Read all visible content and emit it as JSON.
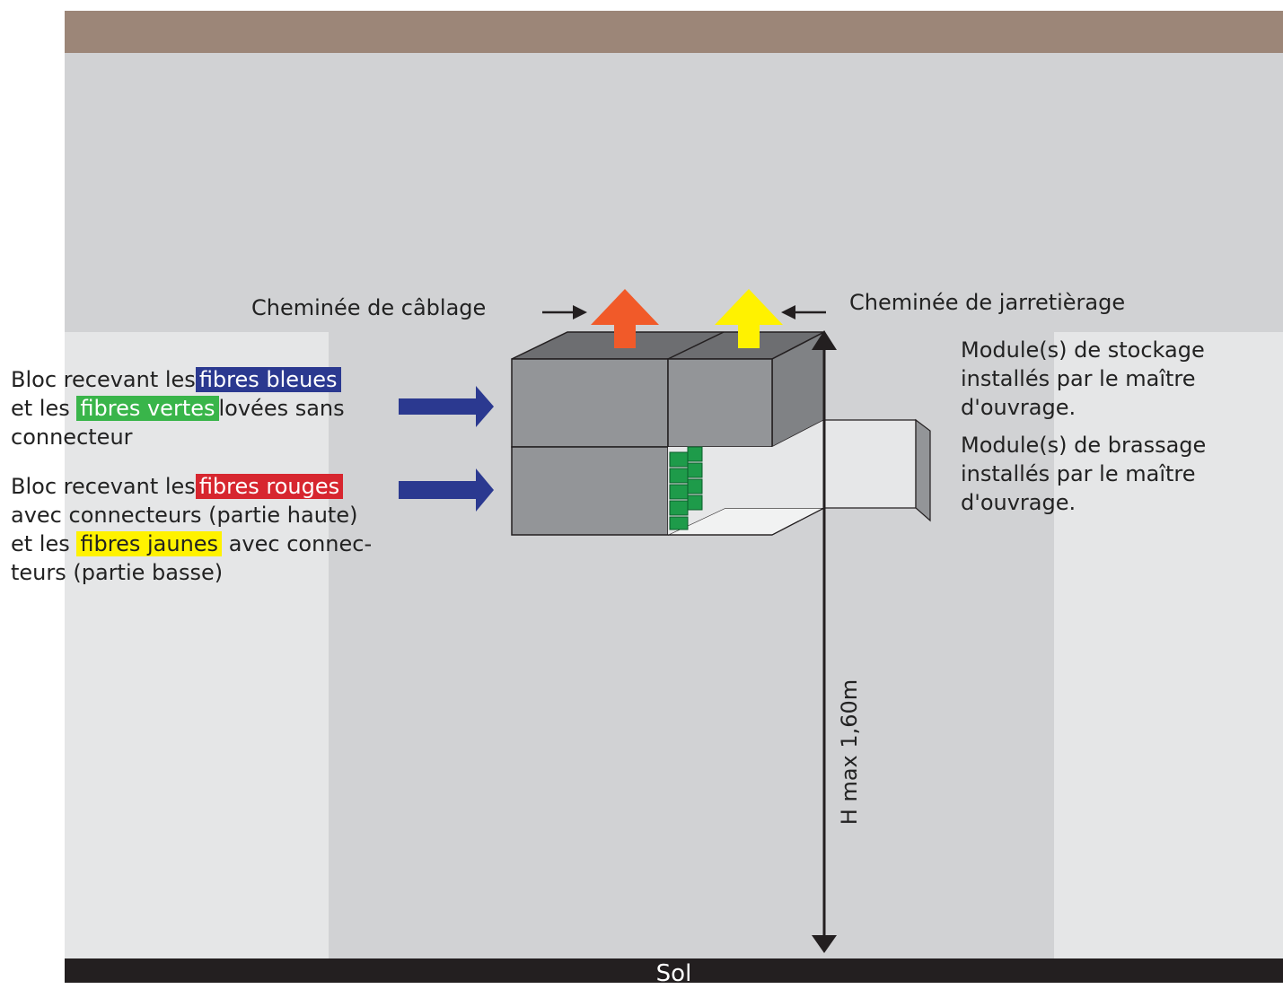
{
  "labels": {
    "chimney_cabling": "Cheminée de câblage",
    "chimney_patching": "Cheminée de jarretièrage",
    "storage_modules": [
      "Module(s) de stockage",
      "installés par le maître",
      "d'ouvrage."
    ],
    "patching_modules": [
      "Module(s) de brassage",
      "installés par le maître",
      "d'ouvrage."
    ],
    "height": "H max 1,60m",
    "floor": "Sol"
  },
  "block_upper": {
    "prefix": "Bloc recevant les",
    "blue": "fibres bleues",
    "mid": "et les",
    "green": "fibres vertes",
    "suffix": "lovées sans",
    "line3": "connecteur"
  },
  "block_lower": {
    "prefix": "Bloc recevant les",
    "red": "fibres rouges",
    "line2": "avec connecteurs (partie haute)",
    "mid": "et les",
    "yellow": "fibres jaunes",
    "suffix": "avec connec-",
    "line4": "teurs (partie basse)"
  },
  "colors": {
    "ceiling": "#9c8678",
    "wall": "#d1d2d4",
    "wall_light": "#e5e6e7",
    "floor": "#231f20",
    "box_front": "#939598",
    "box_top": "#6d6e71",
    "box_side": "#808285",
    "blue_arrow": "#2b3990",
    "orange_arrow": "#f15a29",
    "yellow_arrow": "#fff200",
    "connector_green": "#1e9b4a"
  },
  "icons": {
    "up_arrow_orange": "arrow-up-icon",
    "up_arrow_yellow": "arrow-up-icon",
    "right_arrow_blue": "arrow-right-icon"
  }
}
